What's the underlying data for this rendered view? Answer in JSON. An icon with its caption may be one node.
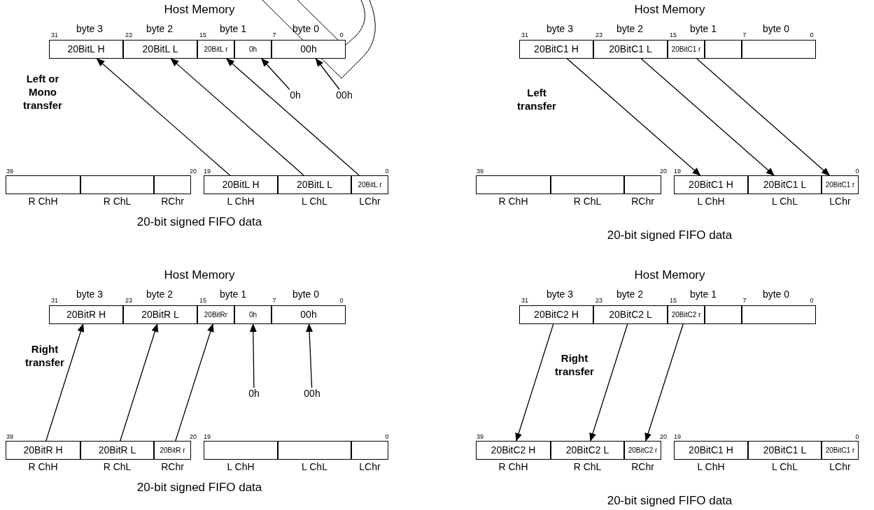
{
  "diagram": {
    "nodes": [
      {
        "text": [
          "20BitL H"
        ]
      },
      {
        "text": [
          "20BitL L"
        ]
      },
      {
        "text": [
          "20BitL r"
        ]
      },
      {
        "text": [
          "0h"
        ]
      },
      {
        "text": [
          "00h"
        ]
      },
      {
        "text": [],
        "shape": "box",
        "beside": [
          "R ChH"
        ]
      },
      {
        "text": [],
        "shape": "box",
        "beside": [
          "R ChL"
        ]
      },
      {
        "text": [],
        "shape": "box",
        "beside": [
          "RChr"
        ]
      },
      {
        "text": [
          "20BitL H"
        ],
        "beside": [
          "L ChH"
        ]
      },
      {
        "text": [
          "20BitL L"
        ],
        "beside": [
          "L ChL"
        ]
      },
      {
        "text": [
          "20BitL r"
        ],
        "beside": [
          "LChr"
        ]
      },
      {
        "text": [
          "0h"
        ]
      },
      {
        "text": [
          "00h"
        ]
      },
      {
        "text": [
          "20BitC1 H"
        ]
      },
      {
        "text": [
          "20BitC1 L"
        ]
      },
      {
        "text": [
          "20BitC1 r"
        ]
      },
      {
        "text": [],
        "shape": "box"
      },
      {
        "text": [],
        "shape": "box"
      },
      {
        "text": [],
        "shape": "box",
        "beside": [
          "R ChH"
        ]
      },
      {
        "text": [],
        "shape": "box",
        "beside": [
          "R ChL"
        ]
      },
      {
        "text": [],
        "shape": "box",
        "beside": [
          "RChr"
        ]
      },
      {
        "text": [
          "20BitC1 H"
        ],
        "beside": [
          "L ChH"
        ]
      },
      {
        "text": [
          "20BitC1 L"
        ],
        "beside": [
          "L ChL"
        ]
      },
      {
        "text": [
          "20BitC1 r"
        ],
        "beside": [
          "LChr"
        ]
      },
      {
        "text": [
          "20BitR H"
        ]
      },
      {
        "text": [
          "20BitR L"
        ]
      },
      {
        "text": [
          "20BitRr"
        ]
      },
      {
        "text": [
          "0h"
        ]
      },
      {
        "text": [
          "00h"
        ]
      },
      {
        "text": [
          "20BitR H"
        ],
        "beside": [
          "R ChH"
        ]
      },
      {
        "text": [
          "20BitR L"
        ],
        "beside": [
          "R ChL"
        ]
      },
      {
        "text": [
          "20BitR r"
        ],
        "beside": [
          "RChr"
        ]
      },
      {
        "text": [],
        "shape": "box",
        "beside": [
          "L ChH"
        ]
      },
      {
        "text": [],
        "shape": "box",
        "beside": [
          "L ChL"
        ]
      },
      {
        "text": [],
        "shape": "box",
        "beside": [
          "LChr"
        ]
      },
      {
        "text": [
          "0h"
        ]
      },
      {
        "text": [
          "00h"
        ]
      },
      {
        "text": [
          "20BitC2 H"
        ]
      },
      {
        "text": [
          "20BitC2 L"
        ]
      },
      {
        "text": [
          "20BitC2 r"
        ]
      },
      {
        "text": [],
        "shape": "box"
      },
      {
        "text": [],
        "shape": "box"
      },
      {
        "text": [
          "20BitC2 H"
        ],
        "beside": [
          "R ChH"
        ]
      },
      {
        "text": [
          "20BitC2 L"
        ],
        "beside": [
          "R ChL"
        ]
      },
      {
        "text": [
          "20BitC2 r"
        ],
        "beside": [
          "RChr"
        ]
      },
      {
        "text": [
          "20BitC1 H"
        ],
        "beside": [
          "L ChH"
        ]
      },
      {
        "text": [
          "20BitC1 L"
        ],
        "beside": [
          "L ChL"
        ]
      },
      {
        "text": [
          "20BitC1 r"
        ],
        "beside": [
          "LChr"
        ]
      }
    ],
    "edges": [
      {
        "from": 8,
        "to": 0,
        "arrow": "to"
      },
      {
        "from": 9,
        "to": 1,
        "arrow": "to"
      },
      {
        "from": 10,
        "to": 2,
        "arrow": "to"
      },
      {
        "from": 11,
        "to": 3,
        "arrow": "to"
      },
      {
        "from": 12,
        "to": 4,
        "arrow": "to"
      },
      {
        "from": 13,
        "to": 21,
        "arrow": "to"
      },
      {
        "from": 14,
        "to": 22,
        "arrow": "to"
      },
      {
        "from": 15,
        "to": 23,
        "arrow": "to"
      },
      {
        "from": 29,
        "to": 24,
        "arrow": "to"
      },
      {
        "from": 30,
        "to": 25,
        "arrow": "to"
      },
      {
        "from": 31,
        "to": 26,
        "arrow": "to"
      },
      {
        "from": 35,
        "to": 27,
        "arrow": "to"
      },
      {
        "from": 36,
        "to": 28,
        "arrow": "to"
      },
      {
        "from": 37,
        "to": 42,
        "arrow": "to"
      },
      {
        "from": 38,
        "to": 43,
        "arrow": "to"
      },
      {
        "from": 39,
        "to": 44,
        "arrow": "to"
      }
    ],
    "labels": [
      "Host Memory",
      "31",
      "byte 3",
      "23",
      "byte 2",
      "15",
      "byte 1",
      "7",
      "byte 0",
      "0",
      "Left or Mono transfer",
      "39",
      "20",
      "19",
      "0",
      "20-bit signed FIFO data",
      "Host Memory",
      "31",
      "byte 3",
      "23",
      "byte 2",
      "15",
      "byte 1",
      "7",
      "byte 0",
      "0",
      "Left transfer",
      "39",
      "20",
      "19",
      "0",
      "20-bit signed FIFO data",
      "Host Memory",
      "31",
      "byte 3",
      "23",
      "byte 2",
      "15",
      "byte 1",
      "7",
      "byte 0",
      "0",
      "Right transfer",
      "39",
      "20",
      "19",
      "0",
      "20-bit signed FIFO data",
      "Host Memory",
      "31",
      "byte 3",
      "23",
      "byte 2",
      "15",
      "byte 1",
      "7",
      "byte 0",
      "0",
      "Right transfer",
      "39",
      "20",
      "19",
      "0",
      "20-bit signed FIFO data"
    ]
  }
}
